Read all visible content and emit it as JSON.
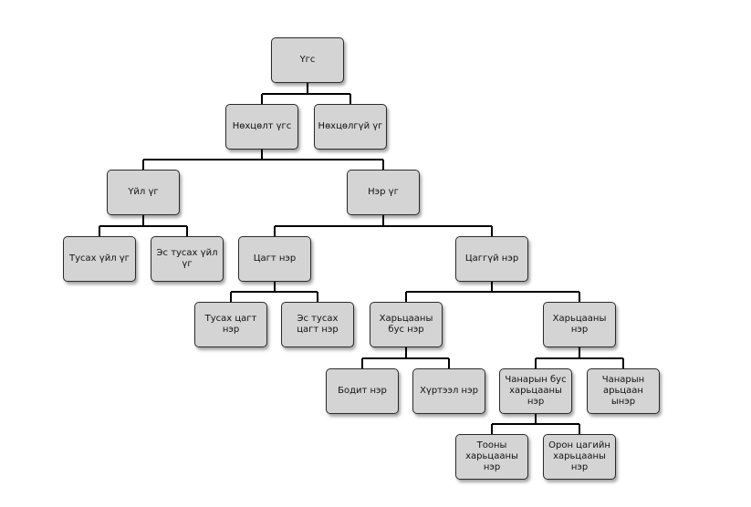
{
  "diagram": {
    "nodes": {
      "n_root": "Үгс",
      "n_noh": "Нөхцөлт үгс",
      "n_nohgui": "Нөхцөлгүй үг",
      "n_uil": "Үйл үг",
      "n_ner": "Нэр үг",
      "n_tusah_uil": "Тусах үйл үг",
      "n_es_tusah_uil": "Эс тусах үйл үг",
      "n_tsagt": "Цагт нэр",
      "n_tsaggui": "Цаггүй нэр",
      "n_tusah_tsagt": "Тусах цагт нэр",
      "n_es_tusah_tsagt": "Эс тусах цагт нэр",
      "n_harts_bus": "Харьцааны бус нэр",
      "n_harts": "Харьцааны нэр",
      "n_bodit": "Бодит нэр",
      "n_hurteel": "Хүртээл нэр",
      "n_chanar_bus": "Чанарын бус харьцааны нэр",
      "n_chanar": "Чанарын арьцаан ынэр",
      "n_toon": "Тооны харьцааны нэр",
      "n_oron": "Орон цагийн харьцааны нэр"
    }
  }
}
